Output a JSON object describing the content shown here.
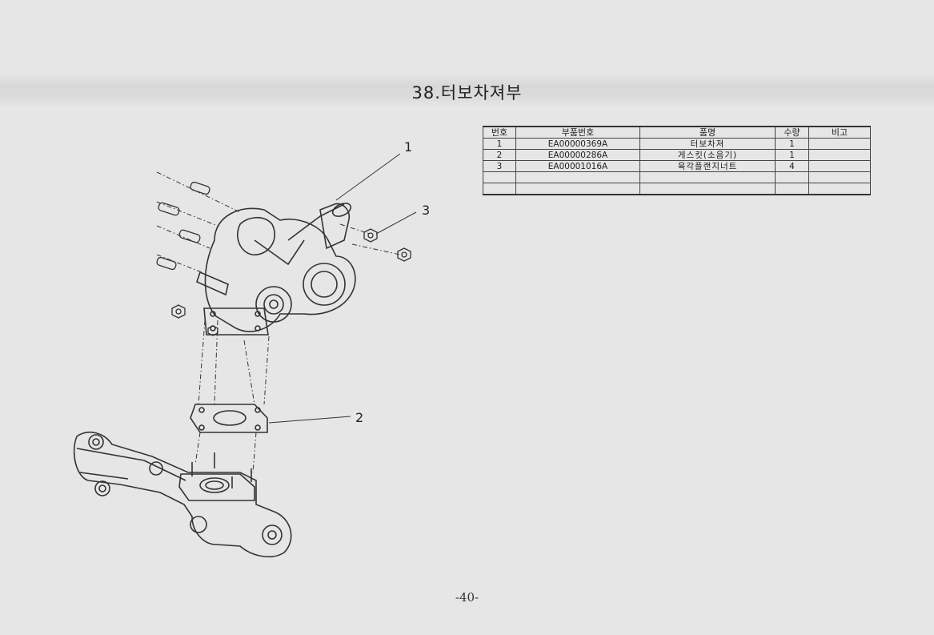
{
  "page": {
    "title": "38.터보차져부",
    "page_number": "-40-"
  },
  "callouts": [
    "1",
    "3",
    "2"
  ],
  "table": {
    "headers": [
      "번호",
      "부품번호",
      "품명",
      "수량",
      "비고"
    ],
    "rows": [
      [
        "1",
        "EA00000369A",
        "터보차져",
        "1",
        ""
      ],
      [
        "2",
        "EA00000286A",
        "게스킷(소음기)",
        "1",
        ""
      ],
      [
        "3",
        "EA00001016A",
        "육각플랜지너트",
        "4",
        ""
      ],
      [
        "",
        "",
        "",
        "",
        ""
      ],
      [
        "",
        "",
        "",
        "",
        ""
      ]
    ]
  }
}
